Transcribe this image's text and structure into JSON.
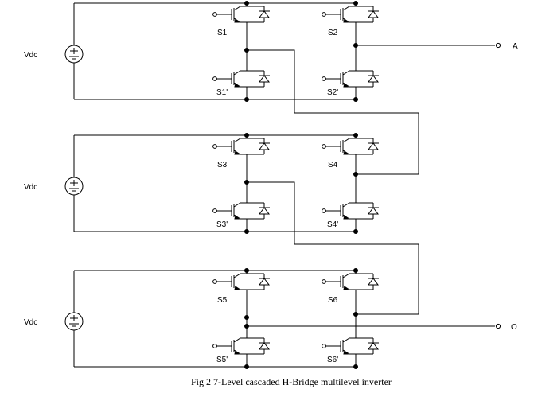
{
  "caption": "Fig 2 7-Level cascaded H-Bridge multilevel inverter",
  "terminals": {
    "a": "A",
    "o": "O"
  },
  "bridges": [
    {
      "source": "Vdc",
      "switches": {
        "top_left": "S1",
        "top_right": "S2",
        "bottom_left": "S1'",
        "bottom_right": "S2'"
      }
    },
    {
      "source": "Vdc",
      "switches": {
        "top_left": "S3",
        "top_right": "S4",
        "bottom_left": "S3'",
        "bottom_right": "S4'"
      }
    },
    {
      "source": "Vdc",
      "switches": {
        "top_left": "S5",
        "top_right": "S6",
        "bottom_left": "S5'",
        "bottom_right": "S6'"
      }
    }
  ]
}
